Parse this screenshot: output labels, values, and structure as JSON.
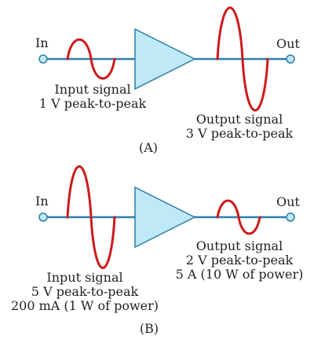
{
  "panel_a": {
    "in_label": "In",
    "out_label": "Out",
    "input_title": "Input signal",
    "input_detail": "1 V peak-to-peak",
    "output_title": "Output signal",
    "output_detail": "3 V peak-to-peak",
    "caption": "(A)"
  },
  "panel_b": {
    "in_label": "In",
    "out_label": "Out",
    "input_title": "Input signal",
    "input_detail": "5 V peak-to-peak",
    "input_power": "200 mA (1 W of power)",
    "output_title": "Output signal",
    "output_detail": "2 V peak-to-peak",
    "output_power": "5 A (10 W of power)",
    "caption": "(B)"
  },
  "colors": {
    "wire": "#2f7fa6",
    "amplifier_fill": "#bfe9f6",
    "signal": "#cc1b1b"
  }
}
